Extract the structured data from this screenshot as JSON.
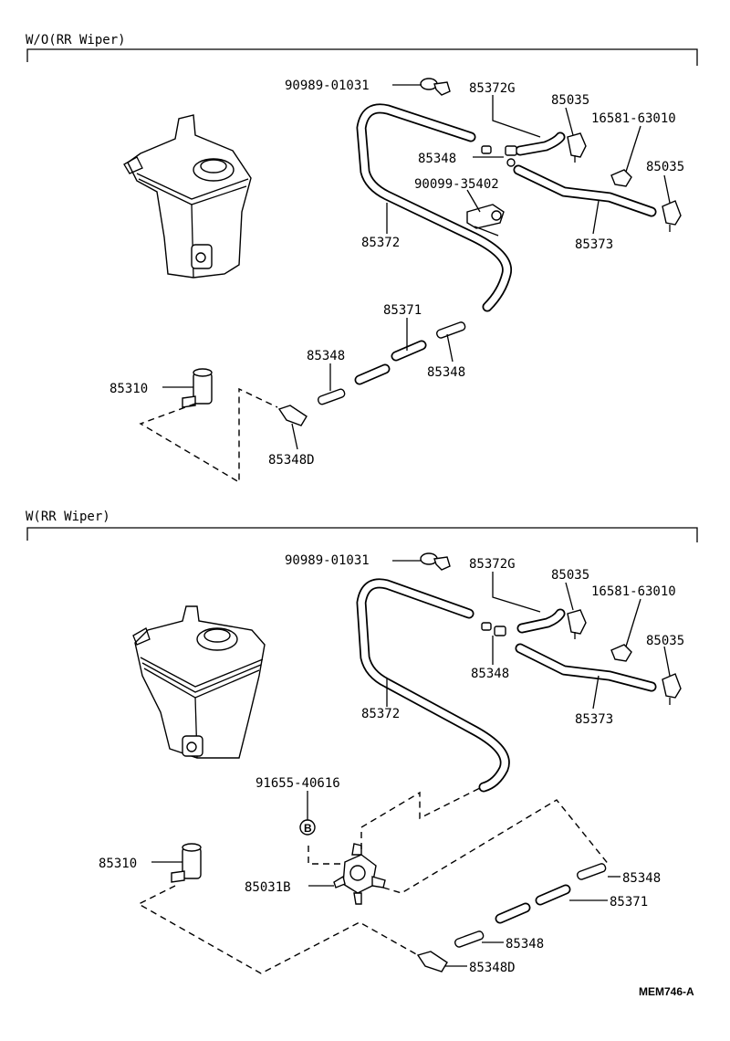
{
  "sections": {
    "top": {
      "title": "W/O(RR Wiper)"
    },
    "bottom": {
      "title": "W(RR Wiper)"
    }
  },
  "labels_top": {
    "p90989_01031": "90989-01031",
    "p85372G": "85372G",
    "p85035a": "85035",
    "p16581_63010": "16581-63010",
    "p85348a": "85348",
    "p85035b": "85035",
    "p90099_35402": "90099-35402",
    "p85372": "85372",
    "p85373": "85373",
    "p85371": "85371",
    "p85348b": "85348",
    "p85348c": "85348",
    "p85310": "85310",
    "p85348D": "85348D"
  },
  "labels_bottom": {
    "p90989_01031": "90989-01031",
    "p85372G": "85372G",
    "p85035a": "85035",
    "p16581_63010": "16581-63010",
    "p85035b": "85035",
    "p85348a": "85348",
    "p85372": "85372",
    "p85373": "85373",
    "p91655_40616": "91655-40616",
    "p85310": "85310",
    "p85031B": "85031B",
    "p85348b": "85348",
    "p85371": "85371",
    "p85348c": "85348",
    "p85348D": "85348D",
    "ref_circle": "B"
  },
  "footer": {
    "code": "MEM746-A"
  }
}
